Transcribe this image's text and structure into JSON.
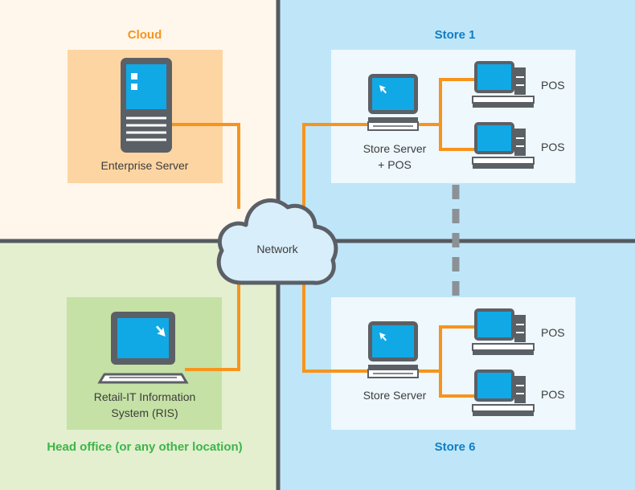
{
  "quadrants": {
    "cloud": {
      "title": "Cloud",
      "title_color": "#f7941d",
      "bg": "#fff7ec"
    },
    "head_office": {
      "title": "Head office (or any other location)",
      "title_color": "#3db54a",
      "bg": "#e3efcf"
    },
    "store1": {
      "title": "Store 1",
      "title_color": "#0f7ec4",
      "bg": "#bfe6f8"
    },
    "store6": {
      "title": "Store 6",
      "title_color": "#0f7ec4",
      "bg": "#bfe6f8"
    }
  },
  "nodes": {
    "enterprise_server": {
      "label": "Enterprise Server",
      "icon": "server-icon"
    },
    "ris": {
      "label_line1": "Retail-IT Information",
      "label_line2": "System (RIS)",
      "icon": "laptop-icon"
    },
    "network": {
      "label": "Network",
      "icon": "cloud-icon"
    },
    "store1_server": {
      "label_line1": "Store Server",
      "label_line2": "+ POS",
      "icon": "desktop-computer-icon"
    },
    "store6_server": {
      "label": "Store Server",
      "icon": "desktop-computer-icon"
    },
    "pos_label": "POS"
  },
  "colors": {
    "link": "#f7941d",
    "divider": "#555a60",
    "device_dark": "#5b6066",
    "screen": "#11a8e6",
    "cloud_fill": "#d8eefa"
  }
}
